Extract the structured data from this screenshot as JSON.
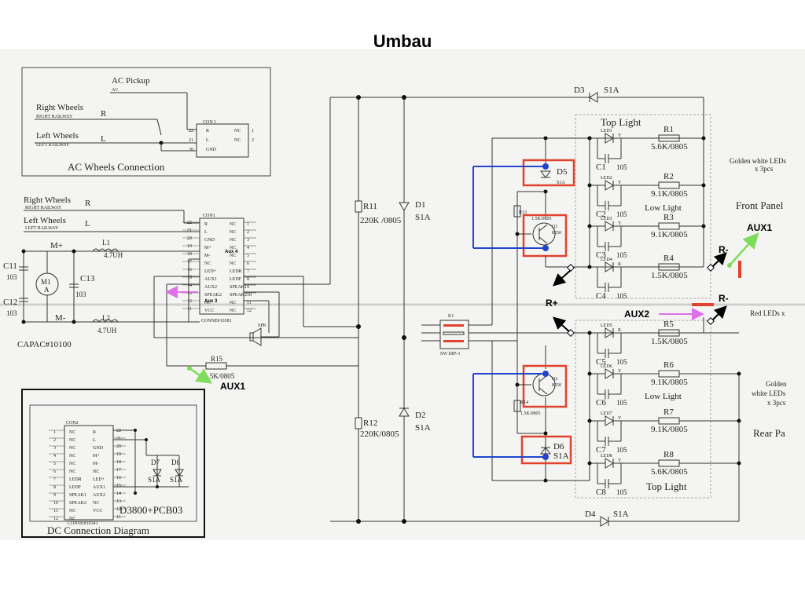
{
  "title": "Umbau",
  "ac_box": {
    "title": "AC Wheels Connection",
    "ac_pickup": "AC Pickup",
    "ac_pickup_sub": "AC",
    "right_wheels": "Right Wheels",
    "right_railway": "RIGHT RAILWAY",
    "left_wheels": "Left Wheels",
    "left_railway": "LEFT RAILWAY",
    "r": "R",
    "l": "L",
    "con_label": "CON 1",
    "con_pins": [
      "R",
      "L",
      "GND"
    ],
    "con_nums": [
      "22",
      "21",
      "20"
    ],
    "con_nc": [
      "NC",
      "NC"
    ],
    "con_nc_nums": [
      "1",
      "2"
    ]
  },
  "main_con": {
    "right_wheels": "Right Wheels",
    "right_railway": "RIGHT RAILWAY",
    "left_wheels": "Left Wheels",
    "left_railway": "LEFT RAILWAY",
    "r": "R",
    "l": "L",
    "con_label": "CON1",
    "left_pins": [
      "R",
      "L",
      "GND",
      "M+",
      "M-",
      "NC",
      "LED+",
      "AUX1",
      "AUX2",
      "SPEAK2",
      "NC",
      "VCC"
    ],
    "left_nums": [
      "22",
      "21",
      "20",
      "19",
      "18",
      "17",
      "16",
      "15",
      "14",
      "13",
      "12",
      "11"
    ],
    "right_pins": [
      "NC",
      "NC",
      "NC",
      "NC",
      "NC",
      "NC",
      "LEDR",
      "LEDF",
      "SPEAK1",
      "SPEAK2",
      "NC",
      "NC"
    ],
    "right_nums": [
      "1",
      "2",
      "3",
      "4",
      "5",
      "6",
      "7",
      "8",
      "9",
      "10",
      "11",
      "12"
    ],
    "aux4": "Aux 4",
    "aux3": "Aux 3",
    "conne": "CONNE#10381",
    "spk": "SPK"
  },
  "motor": {
    "m_plus": "M+",
    "m_minus": "M-",
    "m1": "M1",
    "a": "A",
    "c11": "C11",
    "c11_val": "103",
    "c12": "C12",
    "c12_val": "103",
    "c13": "C13",
    "c13_val": "103",
    "l1": "L1",
    "l1_val": "4.7UH",
    "l2": "L2",
    "l2_val": "4.7UH",
    "capac": "CAPAC#10100"
  },
  "r15": {
    "name": "R15",
    "value": "1.5K/0805"
  },
  "aux1_left": "AUX1",
  "dc_box": {
    "con_label": "CON2",
    "left_pins": [
      "NC",
      "NC",
      "NC",
      "NC",
      "NC",
      "NC",
      "LEDR",
      "LEDF",
      "SPEAK1",
      "SPEAK2",
      "NC",
      "NC"
    ],
    "left_nums": [
      "1",
      "2",
      "3",
      "4",
      "5",
      "6",
      "7",
      "8",
      "9",
      "10",
      "11",
      "12"
    ],
    "right_pins": [
      "R",
      "L",
      "GND",
      "M+",
      "M-",
      "NC",
      "LED+",
      "AUX1",
      "AUX2",
      "NC",
      "VCC",
      ""
    ],
    "right_nums": [
      "22",
      "21",
      "20",
      "19",
      "18",
      "17",
      "16",
      "15",
      "14",
      "13",
      "12",
      "11"
    ],
    "d7": "D7",
    "d8": "D8",
    "s1a_1": "S1A",
    "s1a_2": "S1A",
    "conne": "CONNE#10341",
    "model": "D3800+PCB03",
    "title": "DC Connection Diagram"
  },
  "middle": {
    "r11": "R11",
    "r11_val": "220K /0805",
    "r12": "R12",
    "r12_val": "220K/0805",
    "d1": "D1",
    "d1_val": "S1A",
    "d2": "D2",
    "d2_val": "S1A",
    "d3": "D3",
    "d3_val": "S1A",
    "d4": "D4",
    "d4_val": "S1A",
    "k1": "K1",
    "sw": "SW DIP-3"
  },
  "front": {
    "d5": "D5",
    "d5_val": "S1A",
    "r13": "R13",
    "r13_val": "1.5K/0805",
    "q1": "Q1",
    "q1_val": "8550",
    "top_light": "Top Light",
    "low_light": "Low Light",
    "panel": "Front Panel",
    "golden": "Golden white LEDs",
    "golden2": "x 3pcs",
    "leds": [
      {
        "name": "LED1",
        "color": "Y",
        "cap": "C1",
        "cap_val": "105",
        "res": "R1",
        "res_val": "5.6K/0805"
      },
      {
        "name": "LED2",
        "color": "Y",
        "cap": "C2",
        "cap_val": "105",
        "res": "R2",
        "res_val": "9.1K/0805"
      },
      {
        "name": "LED3",
        "color": "Y",
        "cap": "C3",
        "cap_val": "105",
        "res": "R3",
        "res_val": "9.1K/0805"
      },
      {
        "name": "LED4",
        "color": "R",
        "cap": "C4",
        "cap_val": "105",
        "res": "R4",
        "res_val": "1.5K/0805"
      }
    ]
  },
  "rear": {
    "d6": "D6",
    "d6_val": "S1A",
    "r14": "R14",
    "r14_val": "1.5K/0805",
    "q2": "Q2",
    "q2_val": "8550",
    "top_light": "Top Light",
    "low_light": "Low Light",
    "panel": "Rear Pa",
    "golden": "Golden",
    "golden2": "white LEDs",
    "golden3": "x 3pcs",
    "red_leds": "Red LEDs x",
    "leds": [
      {
        "name": "LED5",
        "color": "R",
        "cap": "C5",
        "cap_val": "105",
        "res": "R5",
        "res_val": "1.5K/0805"
      },
      {
        "name": "LED6",
        "color": "Y",
        "cap": "C6",
        "cap_val": "105",
        "res": "R6",
        "res_val": "9.1K/0805"
      },
      {
        "name": "LED7",
        "color": "Y",
        "cap": "C7",
        "cap_val": "105",
        "res": "R7",
        "res_val": "9.1K/0805"
      },
      {
        "name": "LED8",
        "color": "Y",
        "cap": "C8",
        "cap_val": "105",
        "res": "R8",
        "res_val": "5.6K/0805"
      }
    ]
  },
  "annotations": {
    "r_plus": "R+",
    "r_minus_1": "R-",
    "r_minus_2": "R-",
    "aux1_right": "AUX1",
    "aux2": "AUX2"
  },
  "colors": {
    "highlight_box": "#e0432d",
    "blue_wire": "#2244cc",
    "green_arrow": "#7fdc5a",
    "magenta_arrow": "#e070e8"
  }
}
